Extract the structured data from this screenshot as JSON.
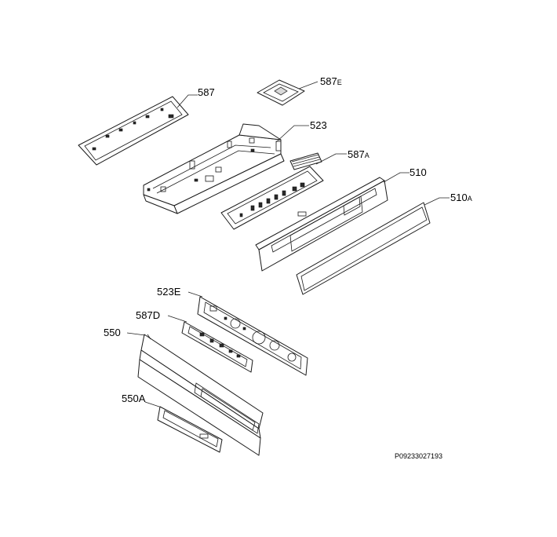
{
  "diagram": {
    "labels": {
      "l587": "587",
      "l587e": "587",
      "l587e_sub": "E",
      "l523": "523",
      "l587a": "587",
      "l587a_sub": "A",
      "l510": "510",
      "l510a": "510",
      "l510a_sub": "A",
      "l523e": "523E",
      "l587d": "587D",
      "l550": "550",
      "l550a": "550A"
    },
    "drawing_code": "P09233027193"
  }
}
